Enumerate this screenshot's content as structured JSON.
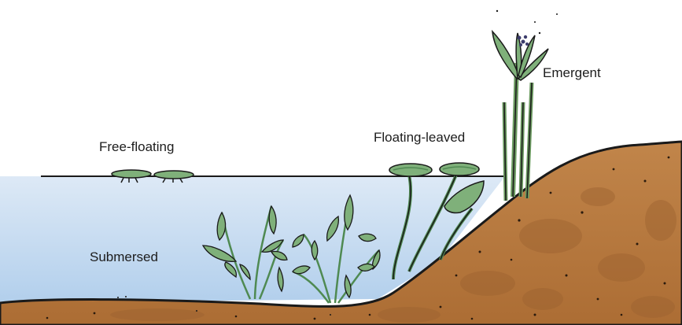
{
  "labels": {
    "free_floating": "Free-floating",
    "floating_leaved": "Floating-leaved",
    "emergent": "Emergent",
    "submersed": "Submersed"
  },
  "colors": {
    "water_top": "#dbe8f5",
    "water_bottom": "#b4d0ec",
    "soil": "#b7793e",
    "soil_dark": "#8f5a2b",
    "plant": "#7fb07a",
    "plant_dark": "#4f8a52",
    "outline": "#1a1a1a",
    "flower": "#3b3b6b"
  },
  "icons": {
    "free_floating_plants": "floating-leaf-icon",
    "floating_leaved_plants": "lily-pad-icon",
    "emergent_plants": "reed-icon",
    "submersed_plants": "waterweed-icon"
  }
}
